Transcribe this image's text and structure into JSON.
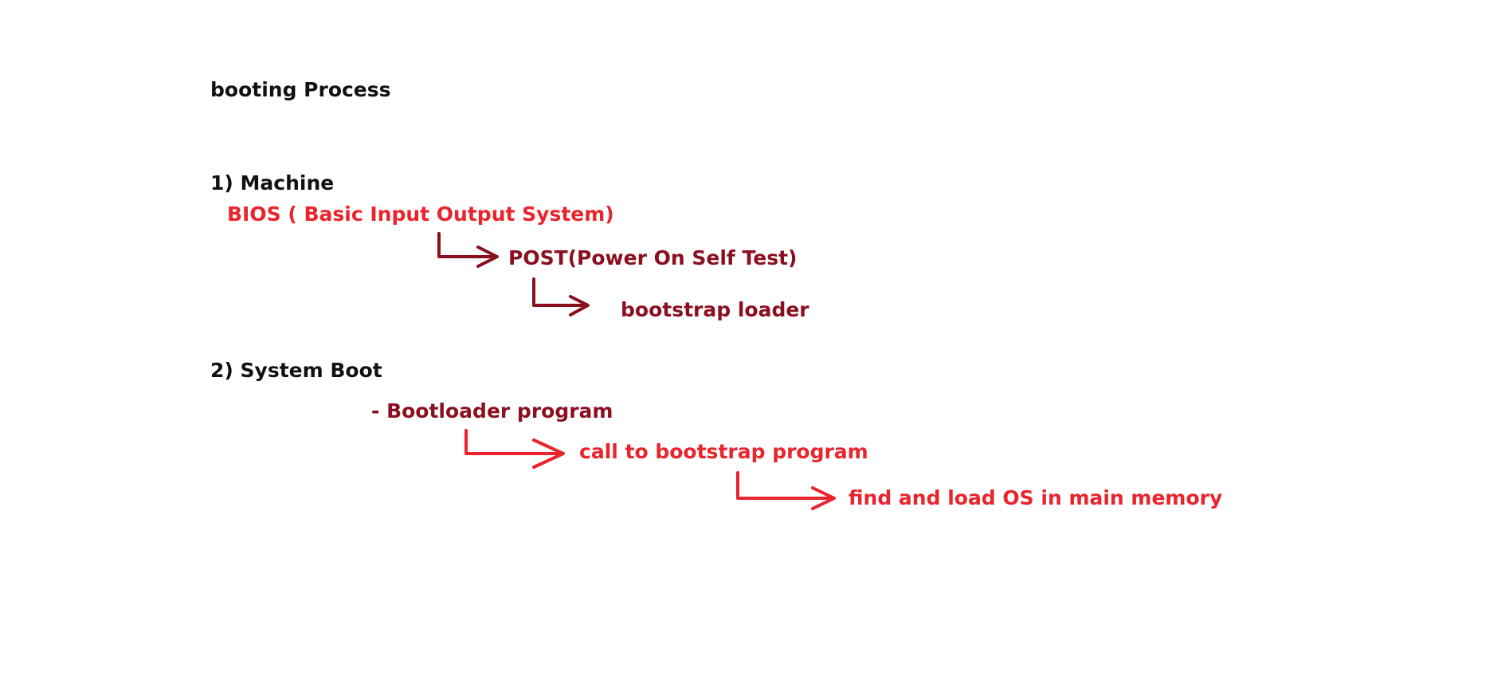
{
  "title": "booting Process",
  "sections": [
    {
      "heading": "1) Machine",
      "items": [
        "BIOS ( Basic Input Output System)",
        "POST(Power On Self Test)",
        "bootstrap loader"
      ]
    },
    {
      "heading": "2) System Boot",
      "items": [
        "- Bootloader program",
        "call to bootstrap program",
        "find and load OS in main memory"
      ]
    }
  ],
  "colors": {
    "text": "#111111",
    "red": "#e8242c",
    "dark_red": "#8a1020"
  },
  "icons": [
    "elbow-arrow-icon"
  ]
}
